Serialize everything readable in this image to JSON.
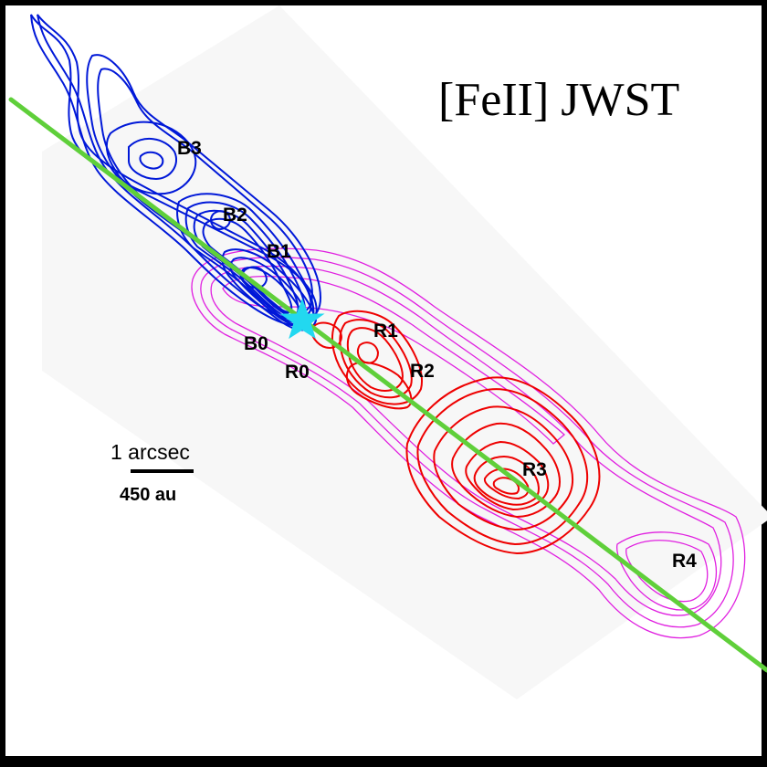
{
  "title": "[FeII] JWST",
  "scale_bar": {
    "top_label": "1 arcsec",
    "bottom_label": "450 au"
  },
  "knots": {
    "B0": "B0",
    "B1": "B1",
    "B2": "B2",
    "B3": "B3",
    "R0": "R0",
    "R1": "R1",
    "R2": "R2",
    "R3": "R3",
    "R4": "R4"
  },
  "colors": {
    "blue_contours": "#0018d8",
    "red_contours": "#ee0000",
    "magenta_contours": "#e020e0",
    "jet_axis": "#5fcf3a",
    "source_star": "#22d8f0",
    "field_shading": "#f6f6f6"
  },
  "icons": {
    "source": "star-icon"
  }
}
